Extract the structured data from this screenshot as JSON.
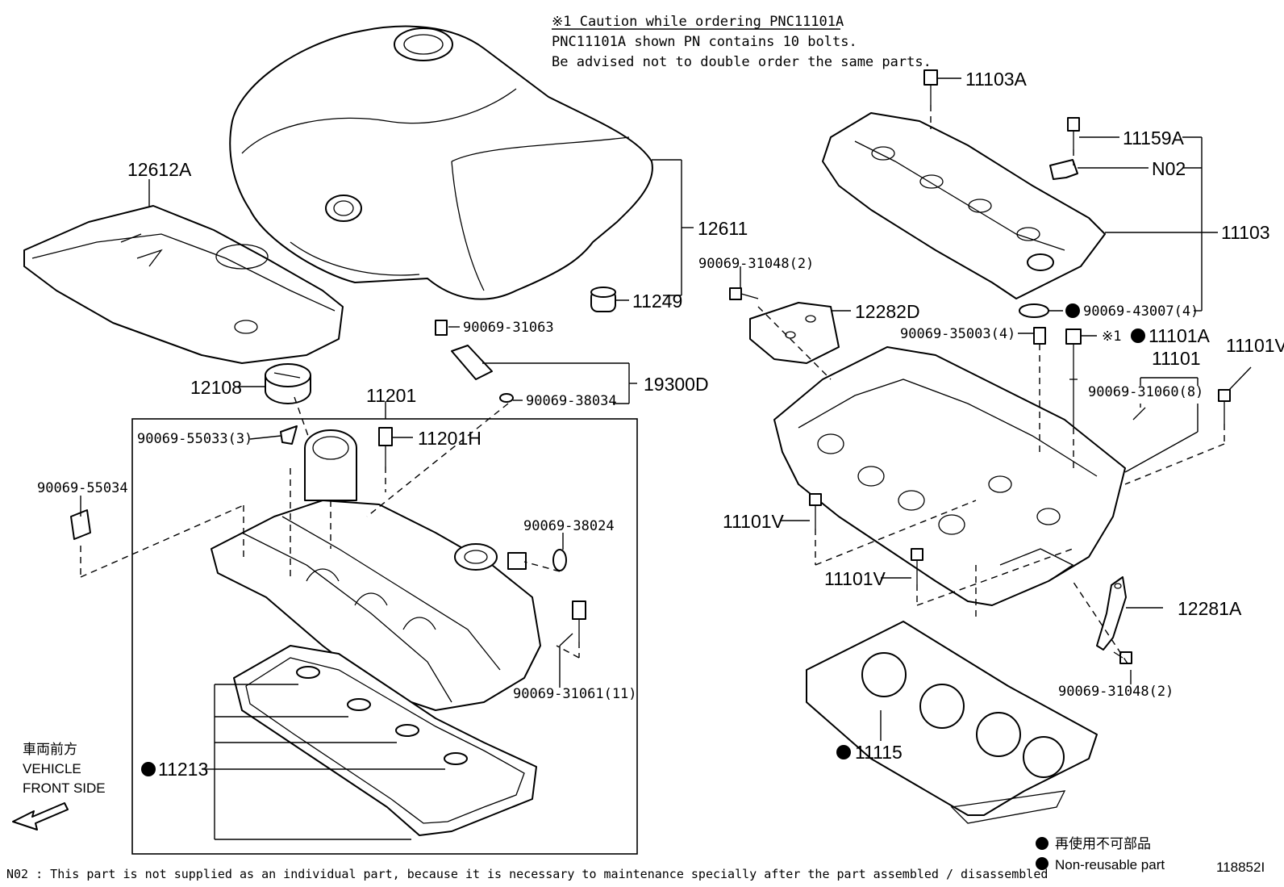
{
  "caution": {
    "line1": "※1 Caution while ordering PNC11101A",
    "line2": "PNC11101A shown PN contains 10 bolts.",
    "line3": "Be advised not to double order the same parts."
  },
  "labels": {
    "p11103A": "11103A",
    "p11159A": "11159A",
    "pN02": "N02",
    "p11103": "11103",
    "p12612A": "12612A",
    "p12611": "12611",
    "p11249": "11249",
    "p90069_31048_top": "90069-31048(2)",
    "p12282D": "12282D",
    "p90069_43007": "90069-43007(4)",
    "p90069_31063": "90069-31063",
    "p90069_35003": "90069-35003(4)",
    "p11101A_prefix": "※1",
    "p11101A": "11101A",
    "p11101V_right": "11101V",
    "p11101": "11101",
    "p12108": "12108",
    "p19300D": "19300D",
    "p90069_38034": "90069-38034",
    "p90069_31060": "90069-31060(8)",
    "p11201": "11201",
    "p90069_55033": "90069-55033(3)",
    "p11201H": "11201H",
    "p90069_55034": "90069-55034",
    "p11101V_mid": "11101V",
    "p90069_38024": "90069-38024",
    "p11101V_low": "11101V",
    "p12281A": "12281A",
    "p90069_31061": "90069-31061(11)",
    "p90069_31048_bot": "90069-31048(2)",
    "p11115": "11115",
    "p11213": "11213"
  },
  "front": {
    "jp": "車両前方",
    "line1": "VEHICLE",
    "line2": "FRONT SIDE"
  },
  "legend": {
    "jp": "再使用不可部品",
    "en": "Non-reusable part"
  },
  "footer_note": "N02 : This part is not supplied as an individual part, because it is necessary to maintenance specially after the part assembled / disassembled",
  "figure_id": "118852I"
}
